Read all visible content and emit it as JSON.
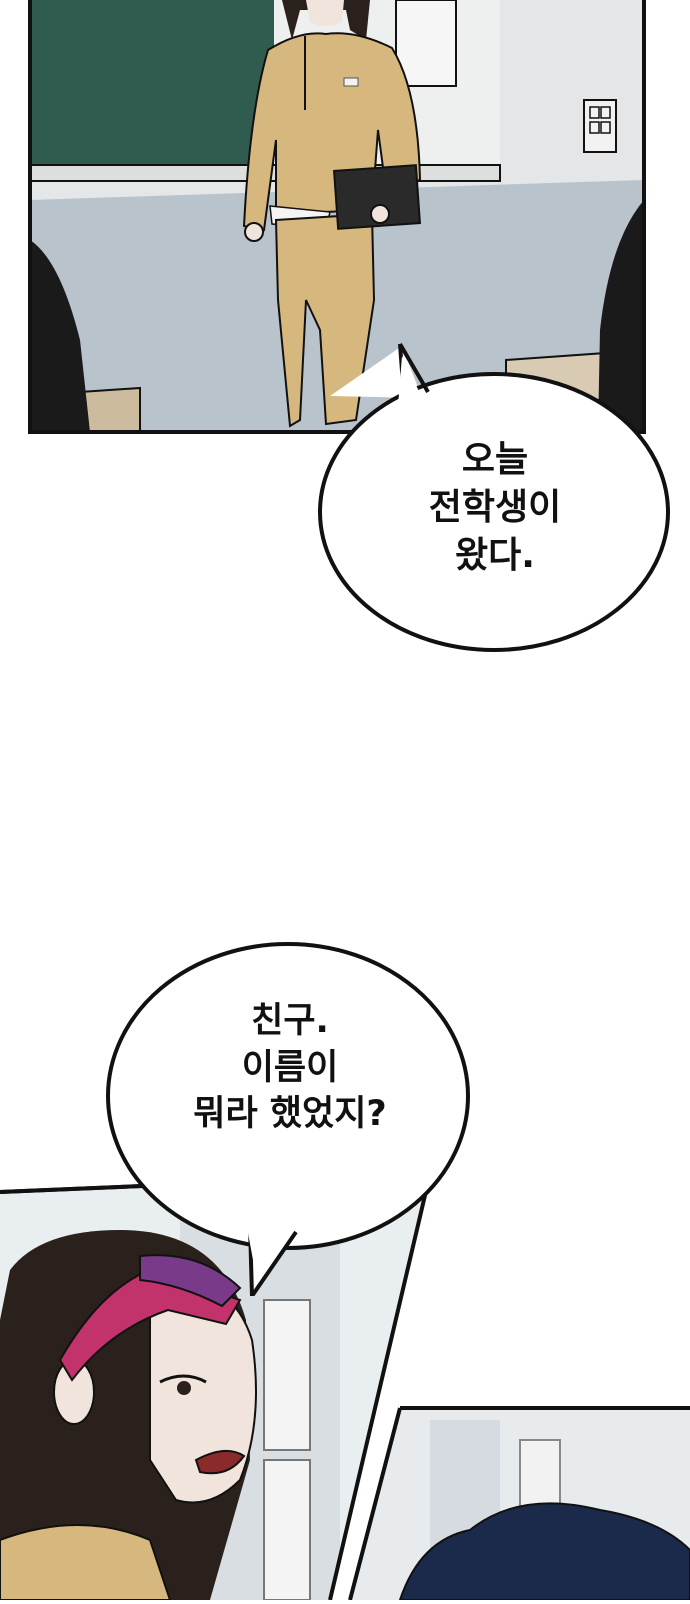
{
  "bubble_1": {
    "lines": [
      "오늘",
      "전학생이",
      "왔다."
    ]
  },
  "bubble_2": {
    "lines": [
      "친구.",
      "이름이",
      "뭐라 했었지?"
    ]
  },
  "colors": {
    "chalkboard": "#2f5c4f",
    "wall": "#e4e6e7",
    "floor": "#b9c3cc",
    "tracksuit": "#d6b77e",
    "ink": "#111111",
    "hair": "#2b211c",
    "sunglasses": "#c2326b",
    "skin": "#f1e4dc",
    "boy_hair": "#1b2a4a"
  }
}
